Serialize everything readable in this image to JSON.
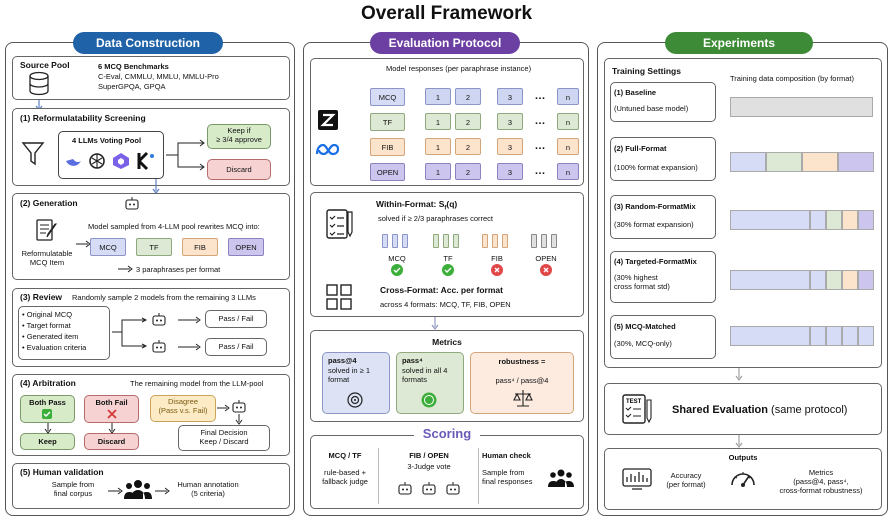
{
  "title": "Overall Framework",
  "left": {
    "header": "Data Construction",
    "source_pool": {
      "label": "Source Pool",
      "bench_title": "6 MCQ Benchmarks",
      "bench_lines": [
        "C-Eval, CMMLU, MMLU, MMLU-Pro",
        "SuperGPQA, GPQA"
      ]
    },
    "screening": {
      "title": "(1) Reformulatability Screening",
      "pool": "4 LLMs Voting Pool",
      "keep": "Keep if\n≥ 3/4 approve",
      "discard": "Discard"
    },
    "generation": {
      "title": "(2) Generation",
      "desc": "Model sampled from 4-LLM pool rewrites MCQ into:",
      "item": "Reformulatable\nMCQ Item",
      "formats": [
        "MCQ",
        "TF",
        "FIB",
        "OPEN"
      ],
      "note": "3 paraphrases per format"
    },
    "review": {
      "title": "(3) Review",
      "desc": "Randomly sample 2 models from the remaining 3 LLMs",
      "bullets": [
        "Original MCQ",
        "Target format",
        "Generated item",
        "Evaluation criteria"
      ],
      "result": "Pass / Fail"
    },
    "arbitration": {
      "title": "(4) Arbitration",
      "desc": "The remaining model from the LLM-pool",
      "both_pass": "Both Pass",
      "both_fail": "Both Fail",
      "keep": "Keep",
      "discard": "Discard",
      "disagree": "Disagree\n(Pass v.s. Fail)",
      "final": "Final Decision\nKeep / Discard"
    },
    "human": {
      "title": "(5) Human validation",
      "sample": "Sample from\nfinal corpus",
      "annotation": "Human annotation\n(5 criteria)"
    }
  },
  "mid": {
    "header": "Evaluation Protocol",
    "responses": "Model responses (per paraphrase instance)",
    "rows": [
      "MCQ",
      "TF",
      "FIB",
      "OPEN"
    ],
    "cols": [
      "1",
      "2",
      "3",
      "…",
      "n"
    ],
    "within": {
      "title": "Within-Format: S",
      "title_sub": "f",
      "title_end": "(q)",
      "desc": "solved if ≥ 2/3 paraphrases correct",
      "labels": [
        "MCQ",
        "TF",
        "FIB",
        "OPEN"
      ]
    },
    "cross": {
      "title": "Cross-Format: Acc. per format",
      "desc": "across 4 formats: MCQ, TF, FIB, OPEN"
    },
    "metrics": {
      "title": "Metrics",
      "m1_title": "pass@4",
      "m1_desc": "solved in ≥ 1\nformat",
      "m2_title": "pass⁴",
      "m2_desc": "solved in all 4\nformats",
      "m3_title": "robustness =",
      "m3_desc": "pass⁴ / pass@4"
    },
    "scoring": {
      "title": "Scoring",
      "c1_title": "MCQ / TF",
      "c1_desc": "rule-based +\nfallback judge",
      "c2_title": "FIB / OPEN",
      "c2_desc": "3-Judge vote",
      "c3_title": "Human check",
      "c3_desc": "Sample from\nfinal responses"
    }
  },
  "right": {
    "header": "Experiments",
    "training_title": "Training Settings",
    "comp_title": "Training data composition (by format)",
    "settings": [
      {
        "name": "(1) Baseline",
        "desc": "(Untuned base model)"
      },
      {
        "name": "(2) Full-Format",
        "desc": "(100% format expansion)"
      },
      {
        "name": "(3) Random-FormatMix",
        "desc": "(30% format expansion)"
      },
      {
        "name": "(4) Targeted-FormatMix",
        "desc": "(30% highest\ncross format std)"
      },
      {
        "name": "(5) MCQ-Matched",
        "desc": "(30%, MCQ-only)"
      }
    ],
    "shared": "Shared Evaluation",
    "shared_rest": " (same protocol)",
    "outputs": {
      "title": "Outputs",
      "acc": "Accuracy\n(per format)",
      "metrics": "Metrics\n(pass@4, pass⁴,\ncross-format robustness)"
    },
    "colors": {
      "mcq": "#d6dcf5",
      "tf": "#dde9d4",
      "fib": "#fbe3cc",
      "open": "#ccc6ee",
      "base": "#e0e0e0"
    }
  }
}
